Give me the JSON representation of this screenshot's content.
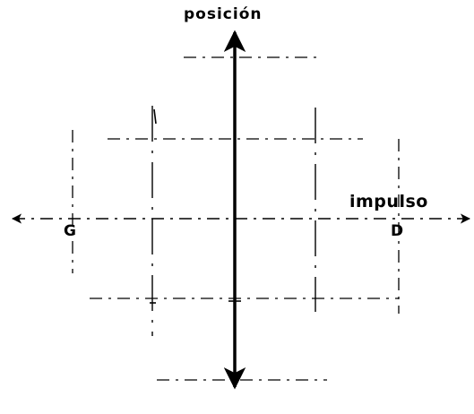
{
  "labels": {
    "y_axis": "posición",
    "x_axis": "impulso",
    "left_marker": "G",
    "right_marker": "D"
  },
  "colors": {
    "ink": "#000000",
    "background": "#ffffff"
  }
}
